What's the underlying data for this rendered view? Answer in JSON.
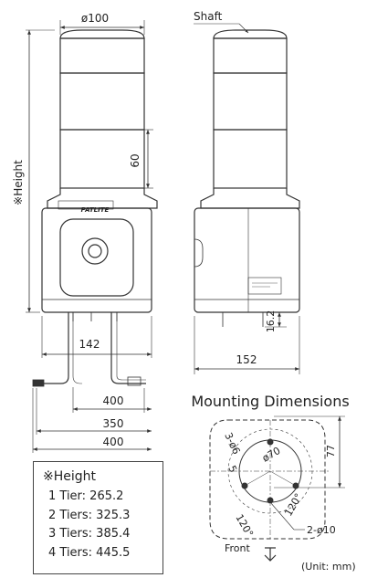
{
  "front_view": {
    "diameter_label": "ø100",
    "tier_height_label": "60",
    "height_label": "※Height",
    "brand_label": "PATLITE",
    "base_width_label": "142",
    "cable_lengths": [
      "400",
      "350",
      "400"
    ]
  },
  "side_view": {
    "shaft_label": "Shaft",
    "foot_height_label": "16.2",
    "depth_label": "152"
  },
  "mounting": {
    "title": "Mounting Dimensions",
    "hole_label_1": "3-ø6",
    "hole_label_2": "ø70",
    "hole_label_3": "5",
    "angle_1": "120°",
    "angle_2": "120°",
    "height_label": "77",
    "cable_hole_label": "2-ø10",
    "front_label": "Front",
    "unit_label": "(Unit: mm)"
  },
  "height_note": {
    "title": "※Height",
    "rows": [
      "1 Tier: 265.2",
      "2 Tiers: 325.3",
      "3 Tiers: 385.4",
      "4 Tiers: 445.5"
    ]
  }
}
